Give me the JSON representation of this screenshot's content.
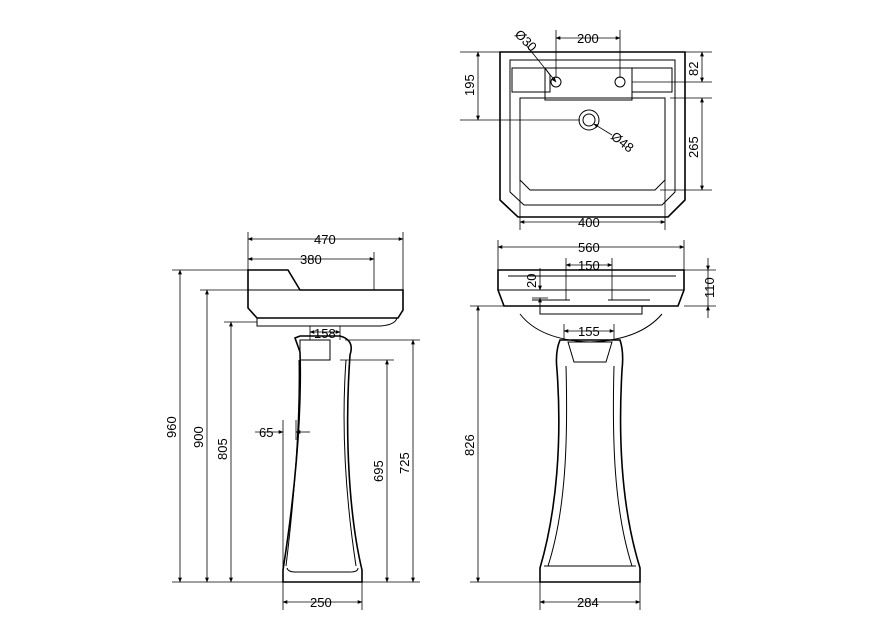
{
  "colors": {
    "ink": "#000000",
    "background": "#ffffff"
  },
  "top_view": {
    "width_200": "200",
    "hole_30": "Ø30",
    "depth_195": "195",
    "height_82": "82",
    "depth_265": "265",
    "waste_48": "Ø48",
    "width_400": "400"
  },
  "side_view": {
    "width_470": "470",
    "width_380": "380",
    "width_158": "158",
    "height_960": "960",
    "height_900": "900",
    "height_805": "805",
    "width_65": "65",
    "height_695": "695",
    "height_725": "725",
    "width_250": "250"
  },
  "front_view": {
    "width_560": "560",
    "width_150": "150",
    "height_20": "20",
    "height_110": "110",
    "width_155": "155",
    "height_826": "826",
    "width_284": "284"
  }
}
